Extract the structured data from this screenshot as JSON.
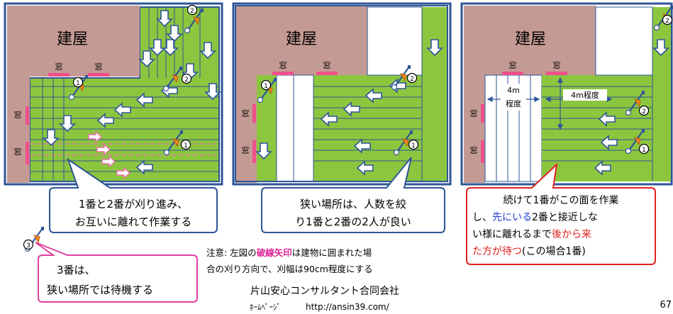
{
  "panels": [
    {
      "building": "建屋",
      "window_top_1": "窓",
      "window_top_2": "窓",
      "window_left_1": "窓",
      "window_left_2": "窓"
    },
    {
      "building": "建屋",
      "window_top_1": "窓",
      "window_top_2": "窓",
      "window_left_1": "窓",
      "window_left_2": "窓"
    },
    {
      "building": "建屋",
      "window_top_1": "窓",
      "window_top_2": "窓",
      "window_left_1": "窓",
      "window_left_2": "窓",
      "dim_left_1": "4m",
      "dim_left_2": "程度",
      "dim_right": "4m程度"
    }
  ],
  "workers": {
    "one": "1",
    "two": "2",
    "three": "3"
  },
  "callouts": {
    "c1_line1": "1番と2番が刈り進み、",
    "c1_line2": "お互いに離れて作業する",
    "c2_line1": "狭い場所は、人数を絞",
    "c2_line2": "り1番と2番の2人が良い",
    "c3_line1": "続けて1番がこの面を作業",
    "c3_line2_a": "し、",
    "c3_line2_b": "先にいる",
    "c3_line2_c": "2番と接近しな",
    "c3_line3_a": "い様に離れるまで",
    "c3_line3_b": "後から来",
    "c3_line4_a": "た方が待つ",
    "c3_line4_b": "(この場合1番)",
    "c4_line1": "3番は、",
    "c4_line2": "狭い場所では待機する"
  },
  "note": {
    "line1_a": "注意: 左図の",
    "line1_b": "破線矢印",
    "line1_c": "は建物に囲まれた場",
    "line2": "合の刈り方向で、刈幅は90cm程度にする"
  },
  "footer": {
    "company": "片山安心コンサルタント合同会社",
    "homepage_label": "ﾎｰﾑﾍﾟｰｼﾞ",
    "url": "http://ansin39.com/",
    "page_number": "67"
  },
  "colors": {
    "grass": "#8CC63F",
    "building": "#C49A94",
    "outline": "#2E5597",
    "window": "#F0508C",
    "arrow_fill": "#FFFFFF",
    "dashed_arrow": "#F06DA8",
    "callout_blue_border": "#2E5597",
    "callout_pink_border": "#E040A0",
    "callout_red_border": "#E02020",
    "red_text": "#E02020",
    "blue_text": "#1F3DCF",
    "pink_text": "#E0209A"
  },
  "icons": [
    "brush-cutter-icon",
    "down-arrow-icon",
    "left-arrow-icon",
    "dashed-right-arrow-icon"
  ]
}
